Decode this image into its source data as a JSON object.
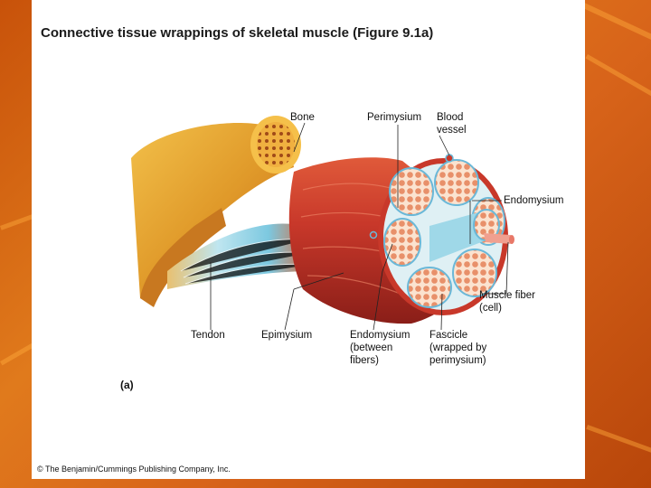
{
  "figure": {
    "title": "Connective tissue wrappings of skeletal muscle (Figure 9.1a)",
    "panel_label": "(a)",
    "copyright": "© The Benjamin/Cummings Publishing Company, Inc."
  },
  "labels": {
    "bone": "Bone",
    "perimysium": "Perimysium",
    "blood_vessel_1": "Blood",
    "blood_vessel_2": "vessel",
    "endomysium": "Endomysium",
    "muscle_fiber_1": "Muscle fiber",
    "muscle_fiber_2": "(cell)",
    "tendon": "Tendon",
    "epimysium": "Epimysium",
    "endomysium_bottom_1": "Endomysium",
    "endomysium_bottom_2": "(between",
    "endomysium_bottom_3": "fibers)",
    "fascicle_1": "Fascicle",
    "fascicle_2": "(wrapped by",
    "fascicle_3": "perimysium)"
  },
  "colors": {
    "background": "#d8641a",
    "slide": "#ffffff",
    "muscle": "#c8382a",
    "bone": "#e6a030",
    "tendon": "#9fd8e8"
  }
}
